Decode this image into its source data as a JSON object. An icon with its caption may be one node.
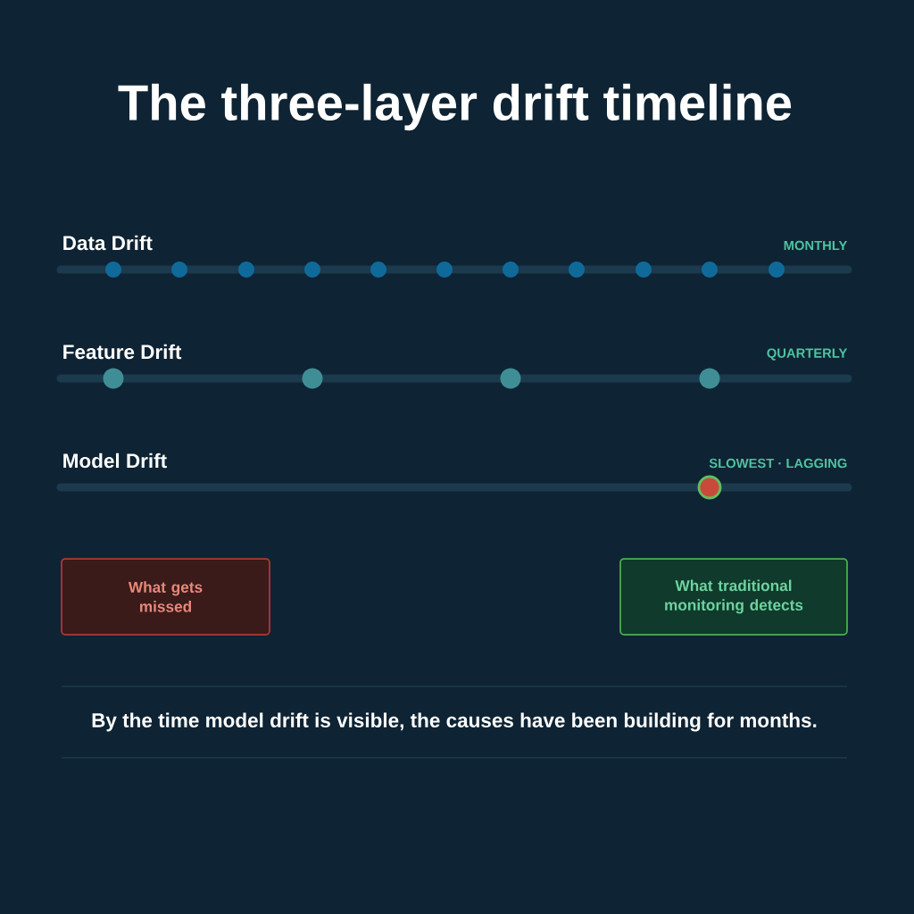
{
  "diagram": {
    "title": "The three-layer drift timeline",
    "caption": "By the time model drift is visible, the causes have been building for months.",
    "nodes": [
      {
        "text": [
          "What gets missed"
        ]
      },
      {
        "text": [
          "What traditional monitoring detects"
        ]
      }
    ],
    "labels": [
      "Data Drift",
      "MONTHLY",
      "Feature Drift",
      "QUARTERLY",
      "Model Drift",
      "SLOWEST · LAGGING"
    ]
  }
}
